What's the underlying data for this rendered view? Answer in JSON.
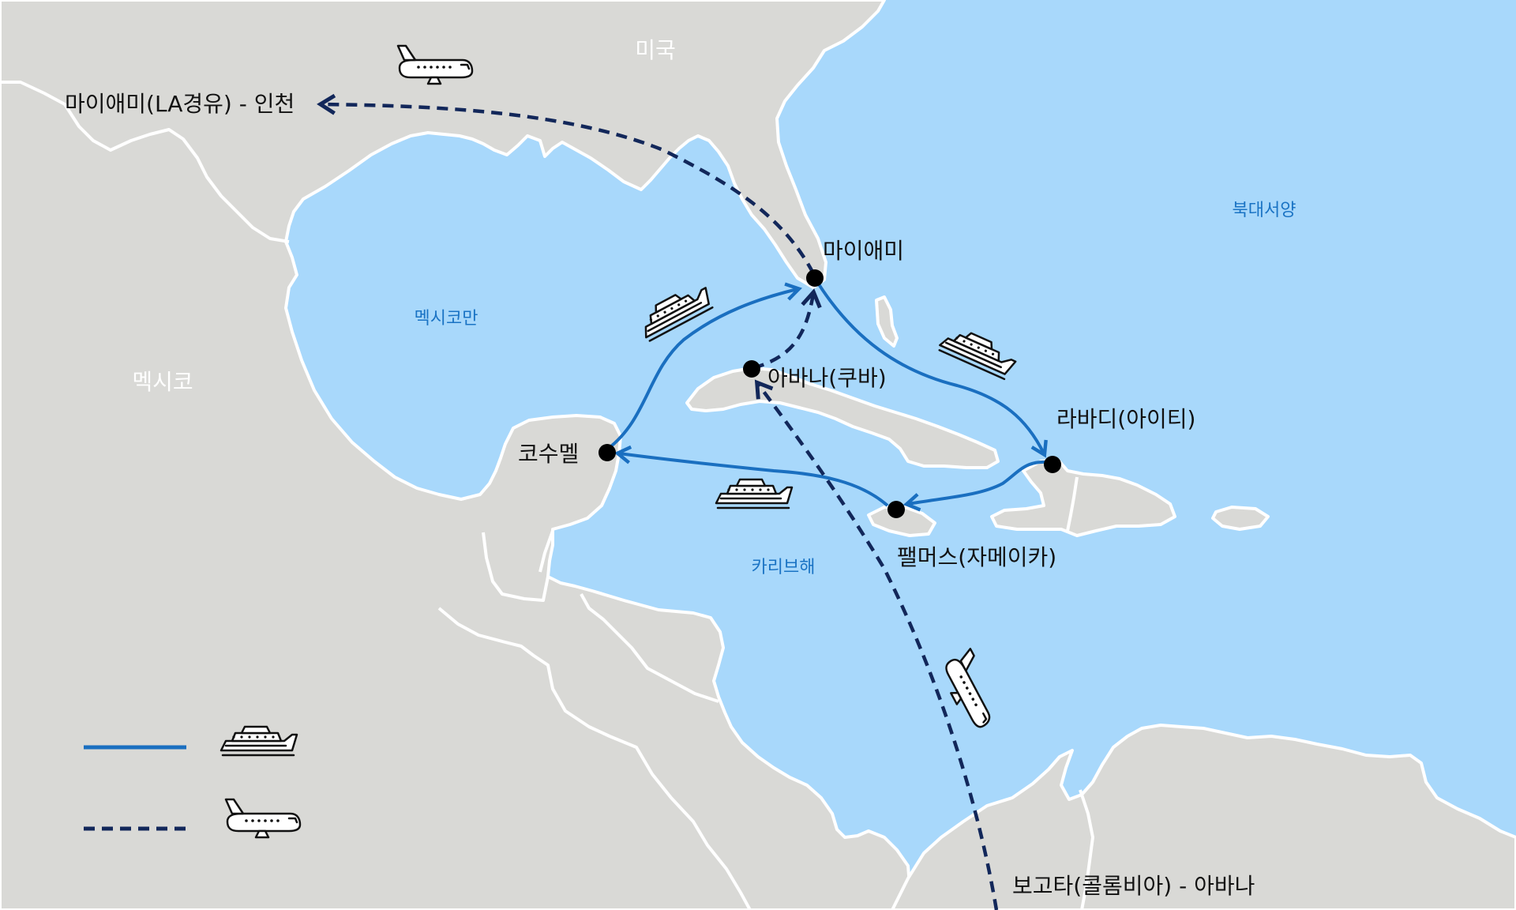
{
  "labels": {
    "usa": "미국",
    "mexico": "멕시코",
    "gulf": "멕시코만",
    "caribbean": "카리브해",
    "atlantic": "북대서양"
  },
  "cities": {
    "miami": "마이애미",
    "havana": "아바나(쿠바)",
    "labadee": "라바디(아이티)",
    "falmouth": "팰머스(자메이카)",
    "cozumel": "코수멜"
  },
  "flights": {
    "to_incheon": "마이애미(LA경유) - 인천",
    "bogota_havana": "보고타(콜롬비아) - 아바나"
  },
  "legend": {
    "ship_icon": "cruise-ship-icon",
    "air_icon": "airplane-icon"
  },
  "colors": {
    "sea": "#a8d8fb",
    "land": "#d9d9d6",
    "ship_route": "#1a6fc0",
    "air_route": "#12275a",
    "sea_label": "#1a73c4"
  }
}
